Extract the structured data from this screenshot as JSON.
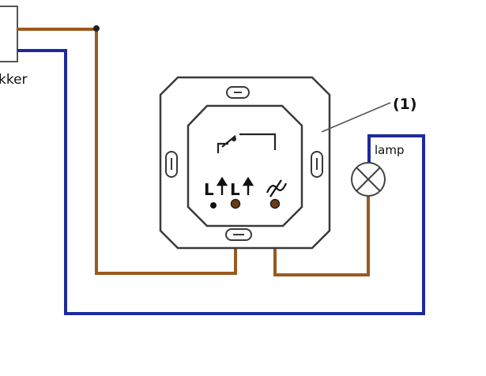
{
  "labels": {
    "socket": "kker",
    "part_marker": "(1)",
    "lamp": "lamp",
    "terminal_l1": "L",
    "terminal_l2": "L"
  },
  "icons": {
    "terminal_arrow": "up-arrow",
    "load_terminal": "dimmer-symbol",
    "lamp": "lamp-circle-cross",
    "switch_contact": "switch-contact-symbol"
  },
  "colors": {
    "phase_wire": "#9a5a1e",
    "neutral_wire": "#1e2a9c",
    "outline": "#3a3a3a",
    "background": "#ffffff"
  }
}
